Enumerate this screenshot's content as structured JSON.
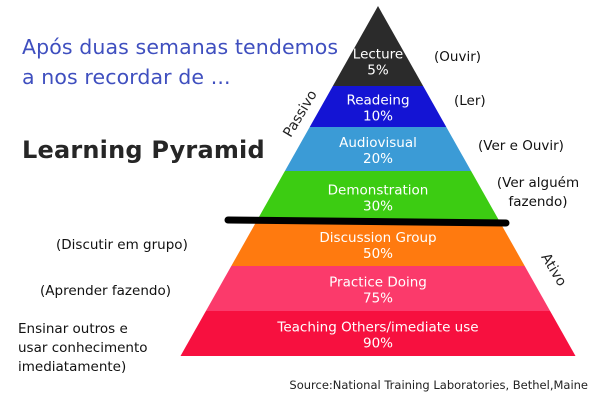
{
  "intro": {
    "line1": "Após duas semanas tendemos",
    "line2": "a nos recordar de ..."
  },
  "title": "Learning Pyramid",
  "side_labels": {
    "passive": "Passivo",
    "active": "Ativo"
  },
  "tiers": [
    {
      "name": "Lecture",
      "rate": "5%",
      "color": "#2b2b2b",
      "text_color": "#ffffff",
      "note": "(Ouvir)"
    },
    {
      "name": "Readeing",
      "rate": "10%",
      "color": "#1414d4",
      "text_color": "#ffffff",
      "note": "(Ler)"
    },
    {
      "name": "Audiovisual",
      "rate": "20%",
      "color": "#3b9bd6",
      "text_color": "#ffffff",
      "note": "(Ver e Ouvir)"
    },
    {
      "name": "Demonstration",
      "rate": "30%",
      "color": "#3ccc12",
      "text_color": "#ffffff",
      "note": [
        "(Ver alguém",
        "fazendo)"
      ]
    },
    {
      "name": "Discussion Group",
      "rate": "50%",
      "color": "#ff7a0f",
      "text_color": "#ffffff",
      "note": "(Discutir em grupo)"
    },
    {
      "name": "Practice Doing",
      "rate": "75%",
      "color": "#fb3a6b",
      "text_color": "#ffffff",
      "note": "(Aprender fazendo)"
    },
    {
      "name": "Teaching Others/imediate use",
      "rate": "90%",
      "color": "#f7103f",
      "text_color": "#ffffff",
      "note": [
        "Ensinar outros e",
        "usar conhecimento",
        "imediatamente)"
      ]
    }
  ],
  "divider_color": "#000000",
  "source": "Source:National Training Laboratories, Bethel,Maine"
}
